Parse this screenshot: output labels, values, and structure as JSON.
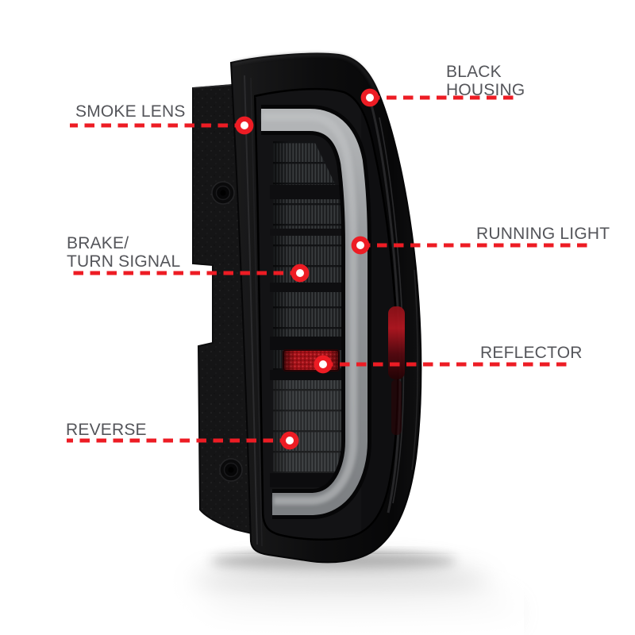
{
  "figure": {
    "type": "annotated-product-diagram",
    "subject": "smoked LED tail light assembly, black housing, shown with mounting bracket and floor reflection"
  },
  "colors": {
    "leader_red": "#ed1c24",
    "label_text": "#54555a",
    "bg": "#ffffff",
    "housing_black": "#0d0d0d",
    "smoke_lens_gray": "#242628",
    "light_bar_gray": "#8e9194",
    "reflector_red": "#b01218"
  },
  "callouts": {
    "black_housing": {
      "line1": "BLACK",
      "line2": "HOUSING"
    },
    "smoke_lens": {
      "line1": "SMOKE LENS"
    },
    "brake_turn_signal": {
      "line1": "BRAKE/",
      "line2": "TURN SIGNAL"
    },
    "running_light": {
      "line1": "RUNNING LIGHT"
    },
    "reflector": {
      "line1": "REFLECTOR"
    },
    "reverse": {
      "line1": "REVERSE"
    }
  }
}
